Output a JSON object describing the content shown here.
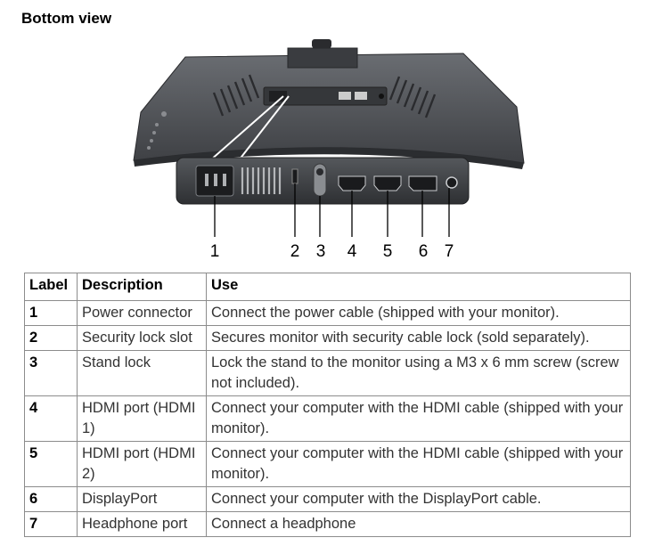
{
  "heading": "Bottom view",
  "callouts": [
    "1",
    "2",
    "3",
    "4",
    "5",
    "6",
    "7"
  ],
  "table": {
    "headers": [
      "Label",
      "Description",
      "Use"
    ],
    "rows": [
      {
        "label": "1",
        "description": "Power connector",
        "use": "Connect the power cable (shipped with your monitor)."
      },
      {
        "label": "2",
        "description": "Security lock slot",
        "use": "Secures monitor with security cable lock (sold separately)."
      },
      {
        "label": "3",
        "description": "Stand lock",
        "use": "Lock the stand to the monitor using a M3 x 6 mm screw (screw not included)."
      },
      {
        "label": "4",
        "description": "HDMI port (HDMI 1)",
        "use": "Connect your computer with the HDMI cable (shipped with your monitor)."
      },
      {
        "label": "5",
        "description": "HDMI port (HDMI 2)",
        "use": "Connect your computer with the HDMI cable (shipped with your monitor)."
      },
      {
        "label": "6",
        "description": "DisplayPort",
        "use": "Connect your computer with the DisplayPort cable."
      },
      {
        "label": "7",
        "description": "Headphone port",
        "use": "Connect a headphone"
      }
    ]
  }
}
